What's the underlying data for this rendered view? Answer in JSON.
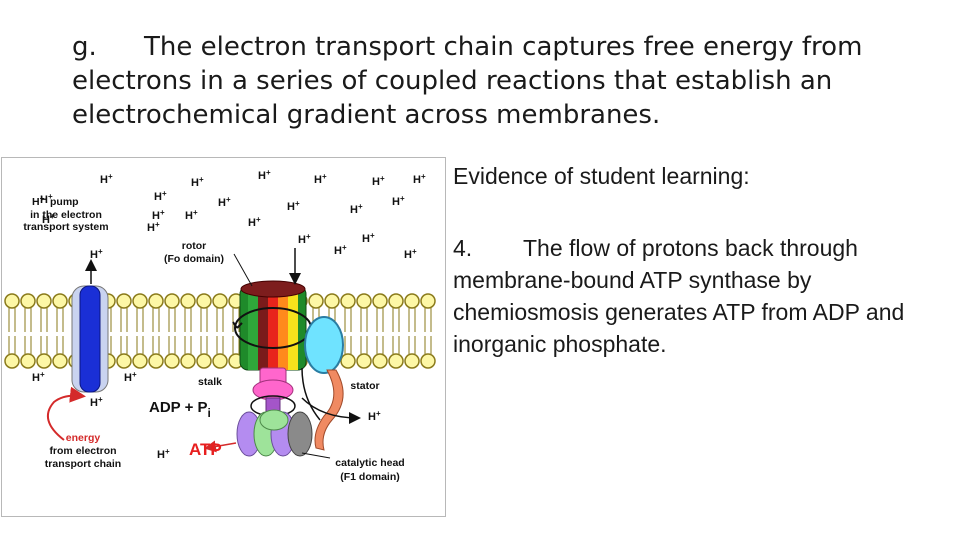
{
  "title": {
    "number": "g.",
    "text": "The electron transport chain captures free energy from electrons in a series of coupled reactions that establish an electrochemical gradient across membranes."
  },
  "body": {
    "heading": "Evidence of student learning:",
    "item_number": "4.",
    "item_text": "The flow of protons back through membrane-bound ATP synthase by chemiosmosis generates ATP from ADP and inorganic phosphate."
  },
  "diagram": {
    "proton_label": "H",
    "proton_charge": "+",
    "pump_label_line1": "pump",
    "pump_label_line2": "in the electron",
    "pump_label_line3": "transport system",
    "rotor_label_line1": "rotor",
    "rotor_label_line2": "(Fo domain)",
    "stalk_label": "stalk",
    "stator_label": "stator",
    "adp_label": "ADP + P",
    "adp_sub": "i",
    "atp_label": "ATP",
    "energy_label_line1": "energy",
    "energy_label_line2": "from electron",
    "energy_label_line3": "transport chain",
    "head_label_line1": "catalytic head",
    "head_label_line2": "(F1 domain)",
    "colors": {
      "pump_blue": "#1a2fd6",
      "head_fill": "#f2c94c",
      "lipid_outline": "#8a7a1a",
      "stator_blue": "#6fe3ff",
      "stator_arm": "#f08a62",
      "stalk_pink": "#ff66cc",
      "atp_red": "#e81f1f",
      "energy_red": "#d42a2a"
    }
  }
}
